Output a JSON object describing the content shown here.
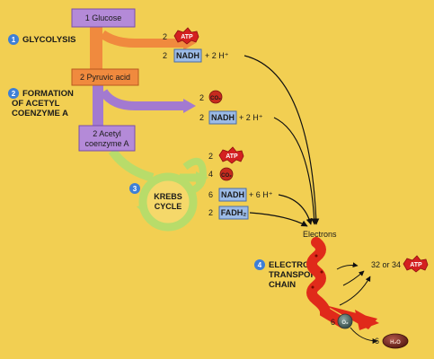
{
  "steps": {
    "s1": {
      "number": "1",
      "label": "GLYCOLYSIS"
    },
    "s2": {
      "number": "2",
      "line1": "FORMATION",
      "line2": "OF ACETYL",
      "line3": "COENZYME A"
    },
    "s3": {
      "number": "3"
    },
    "s4": {
      "number": "4",
      "line1": "ELECTRON",
      "line2": "TRANSPORT",
      "line3": "CHAIN"
    }
  },
  "molecules": {
    "glucose": "1 Glucose",
    "pyruvic": "2 Pyruvic acid",
    "acetyl_line1": "2 Acetyl",
    "acetyl_line2": "coenzyme A",
    "krebs_line1": "KREBS",
    "krebs_line2": "CYCLE"
  },
  "products": {
    "glycolysis_atp": {
      "count": "2",
      "label": "ATP"
    },
    "glycolysis_nadh": {
      "count": "2",
      "label": "NADH",
      "extra": "+ 2 H⁺"
    },
    "acetyl_co2": {
      "count": "2",
      "label": "CO₂"
    },
    "acetyl_nadh": {
      "count": "2",
      "label": "NADH",
      "extra": "+ 2 H⁺"
    },
    "krebs_atp": {
      "count": "2",
      "label": "ATP"
    },
    "krebs_co2": {
      "count": "4",
      "label": "CO₂"
    },
    "krebs_nadh": {
      "count": "6",
      "label": "NADH",
      "extra": "+ 6 H⁺"
    },
    "krebs_fadh2": {
      "count": "2",
      "label": "FADH₂"
    }
  },
  "electron_transport": {
    "electrons_label": "Electrons",
    "atp_count": "32 or 34",
    "atp_label": "ATP",
    "oxygen_count": "6",
    "oxygen_label": "O₂",
    "water_count": "6",
    "water_label": "H₂O"
  },
  "colors": {
    "background": "#f2cf52",
    "box_purple": "#b48ad8",
    "pyruvic_orange": "#f08a3e",
    "nadh_blue": "#9cbbe6",
    "atp_red": "#d42020",
    "co2_red": "#c62a1e",
    "krebs_green": "#b8dc6a",
    "step_badge_blue": "#3d7fd6",
    "chain_red": "#e02a1a"
  }
}
